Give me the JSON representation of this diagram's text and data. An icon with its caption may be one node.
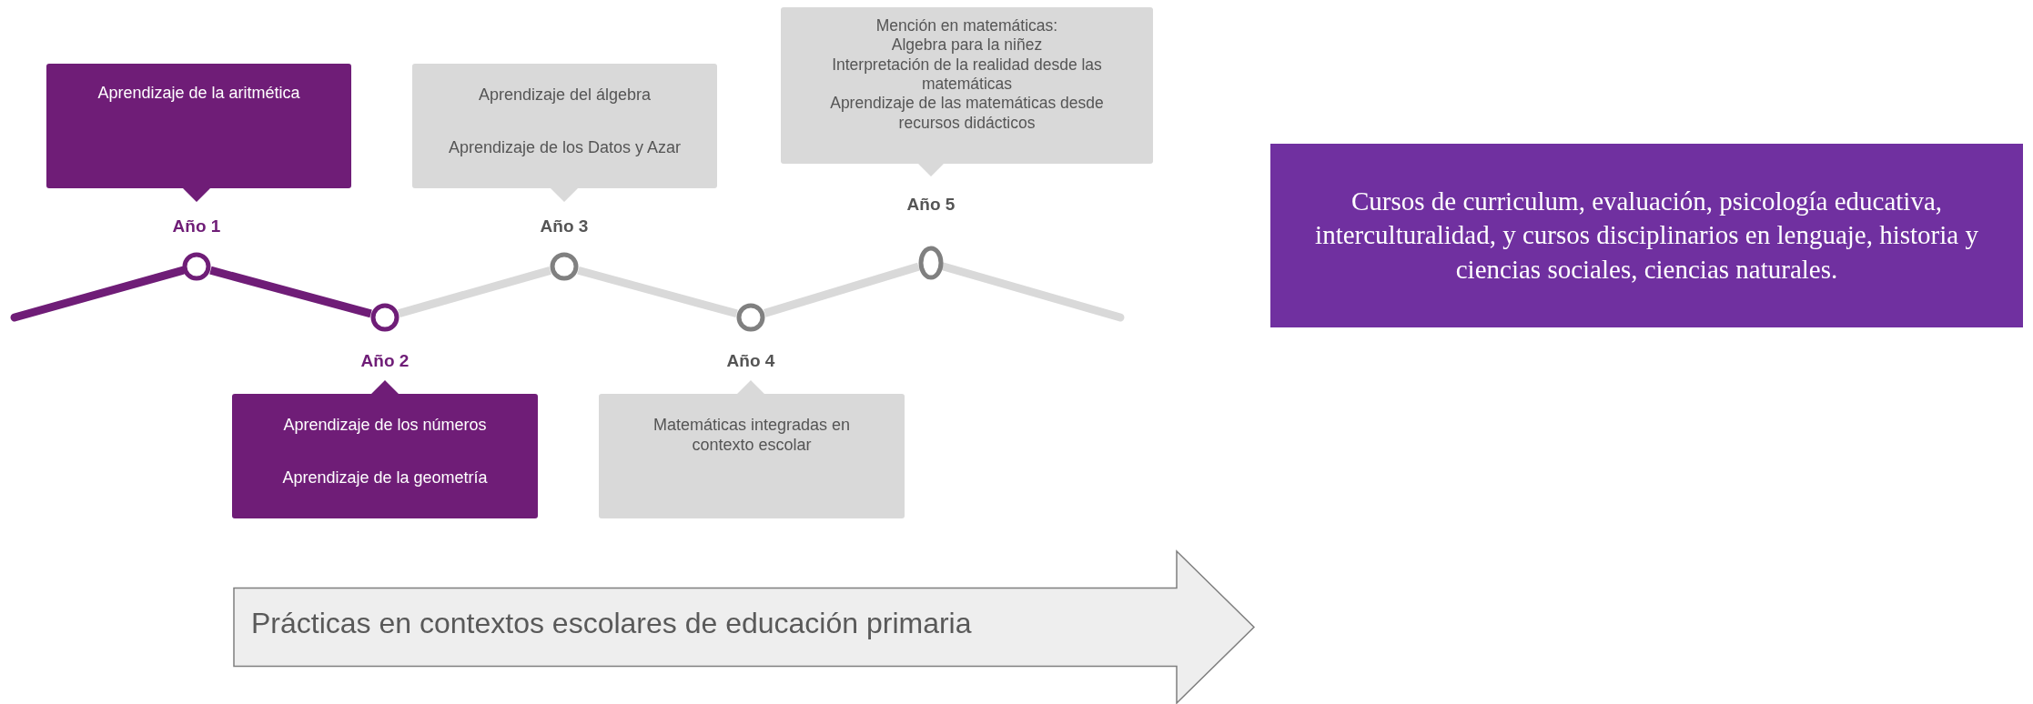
{
  "diagram": {
    "nodes": [
      {
        "text": [
          "Aprendizaje de la aritmética"
        ]
      },
      {
        "text": [],
        "shape": "circle"
      },
      {
        "text": [],
        "shape": "circle"
      },
      {
        "text": [
          "Aprendizaje de los números",
          "Aprendizaje de la geometría"
        ]
      },
      {
        "text": [
          "Aprendizaje del álgebra",
          "Aprendizaje de los Datos y Azar"
        ]
      },
      {
        "text": [],
        "shape": "circle"
      },
      {
        "text": [],
        "shape": "circle"
      },
      {
        "text": [
          "Matemáticas integradas en contexto escolar"
        ]
      },
      {
        "text": [
          "Mención en matemáticas:",
          "Algebra para la niñez",
          "Interpretación de la realidad desde las matemáticas",
          "Aprendizaje de las matemáticas desde recursos didácticos"
        ]
      },
      {
        "text": [],
        "shape": "circle"
      },
      {
        "text": [
          "Prácticas en contextos escolares de educación primaria"
        ]
      },
      {
        "text": [
          "Cursos de curriculum, evaluación, psicología educativa, interculturalidad, y cursos disciplinarios en lenguaje, historia y ciencias sociales, ciencias naturales."
        ]
      }
    ],
    "edges": [
      {
        "from": null,
        "to": 1,
        "arrow": "none",
        "color": "#6f1d77"
      },
      {
        "from": 1,
        "to": 2,
        "arrow": "none",
        "color": "#6f1d77"
      },
      {
        "from": 2,
        "to": 5,
        "arrow": "none"
      },
      {
        "from": 5,
        "to": 6,
        "arrow": "none"
      },
      {
        "from": 6,
        "to": 9,
        "arrow": "none"
      },
      {
        "from": 9,
        "to": null,
        "arrow": "none"
      }
    ],
    "labels": [
      "Año 1",
      "Año 3",
      "Año 5",
      "Año 2",
      "Año 4"
    ]
  }
}
